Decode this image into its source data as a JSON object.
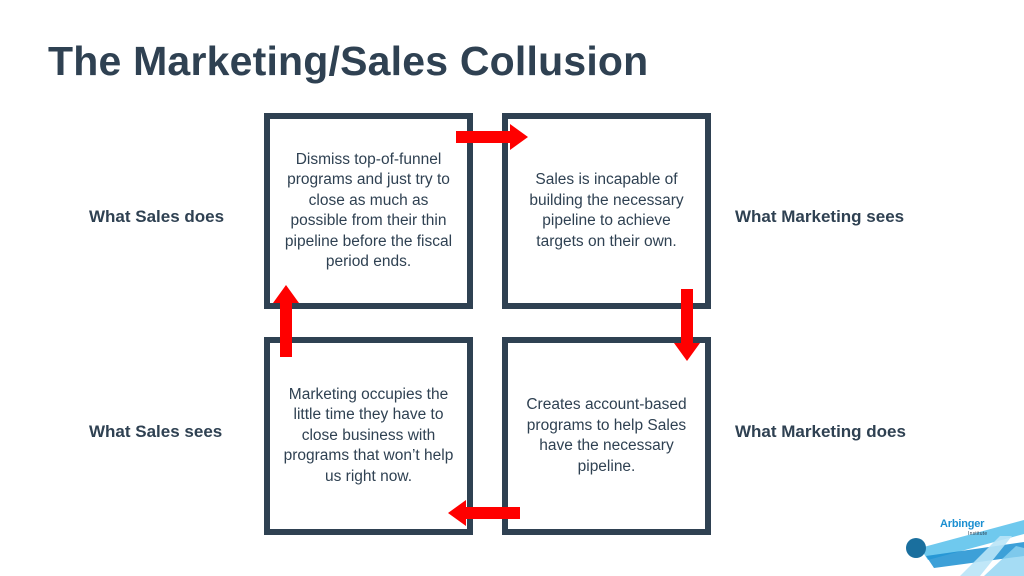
{
  "slide": {
    "title": "The Marketing/Sales Collusion"
  },
  "quadrants": {
    "top_left": "Dismiss top-of-funnel programs and just try to close as much as possible from their thin pipeline before the fiscal period ends.",
    "top_right": "Sales is incapable of building the necessary pipeline to achieve targets on their own.",
    "bottom_right": "Creates account-based programs to help Sales have the necessary pipeline.",
    "bottom_left": "Marketing occupies the little time they have to close business with programs that won’t help us right now."
  },
  "labels": {
    "sales_does": "What Sales does",
    "marketing_sees": "What Marketing sees",
    "sales_sees": "What Sales sees",
    "marketing_does": "What Marketing does"
  },
  "logo": {
    "name": "Arbinger",
    "sub": "Institute"
  },
  "colors": {
    "text": "#2f4152",
    "box_border": "#2f4152",
    "arrow": "#ff0000",
    "logo_blue": "#1b8fd1"
  },
  "icons": {
    "arrow_top": "arrow-right-icon",
    "arrow_right": "arrow-down-icon",
    "arrow_bottom": "arrow-left-icon",
    "arrow_left": "arrow-up-icon"
  }
}
